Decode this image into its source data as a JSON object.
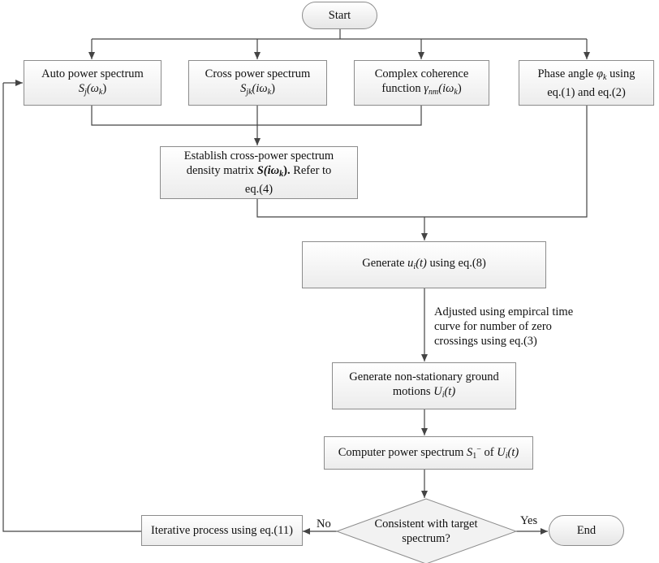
{
  "nodes": {
    "start": "Start",
    "auto": {
      "line1": "Auto power spectrum",
      "sym": "S",
      "sub": "j",
      "arg": "(ω",
      "argsub": "k",
      "close": ")"
    },
    "cross": {
      "line1": "Cross power spectrum",
      "sym": "S",
      "sub": "jk",
      "arg": "(iω",
      "argsub": "k",
      "close": ")"
    },
    "coherence": {
      "line1": "Complex coherence",
      "line2": "function",
      "sym": "γ",
      "sub": "nm",
      "arg": "(iω",
      "argsub": "k",
      "close": ")"
    },
    "phase": {
      "line1a": "Phase angle",
      "sym": "φ",
      "sub": "k",
      "line1b": "using",
      "line2": "eq.(1) and eq.(2)"
    },
    "matrix": {
      "line1": "Establish cross-power spectrum",
      "line2a": "density matrix",
      "sym": "S(iω",
      "sub": "k",
      "close": ").",
      "line2b": "Refer to",
      "line3": "eq.(4)"
    },
    "generate": {
      "pre": "Generate",
      "sym": "u",
      "sub": "i",
      "arg": "(t)",
      "post": "using eq.(8)"
    },
    "nonstat": {
      "line1": "Generate non-stationary ground",
      "line2": "motions",
      "sym": "U",
      "sub": "i",
      "arg": "(t)"
    },
    "computer": {
      "pre": "Computer power spectrum",
      "sym": "S",
      "sub": "1",
      "sup": "−",
      "mid": "of",
      "sym2": "U",
      "sub2": "i",
      "arg": "(t)"
    },
    "decision": {
      "line1": "Consistent with target",
      "line2": "spectrum?"
    },
    "iterative": "Iterative process using eq.(11)",
    "end": "End"
  },
  "edge_labels": {
    "adjust_line1": "Adjusted using empircal time",
    "adjust_line2": "curve for number of zero",
    "adjust_line3": "crossings using eq.(3)",
    "no": "No",
    "yes": "Yes"
  }
}
